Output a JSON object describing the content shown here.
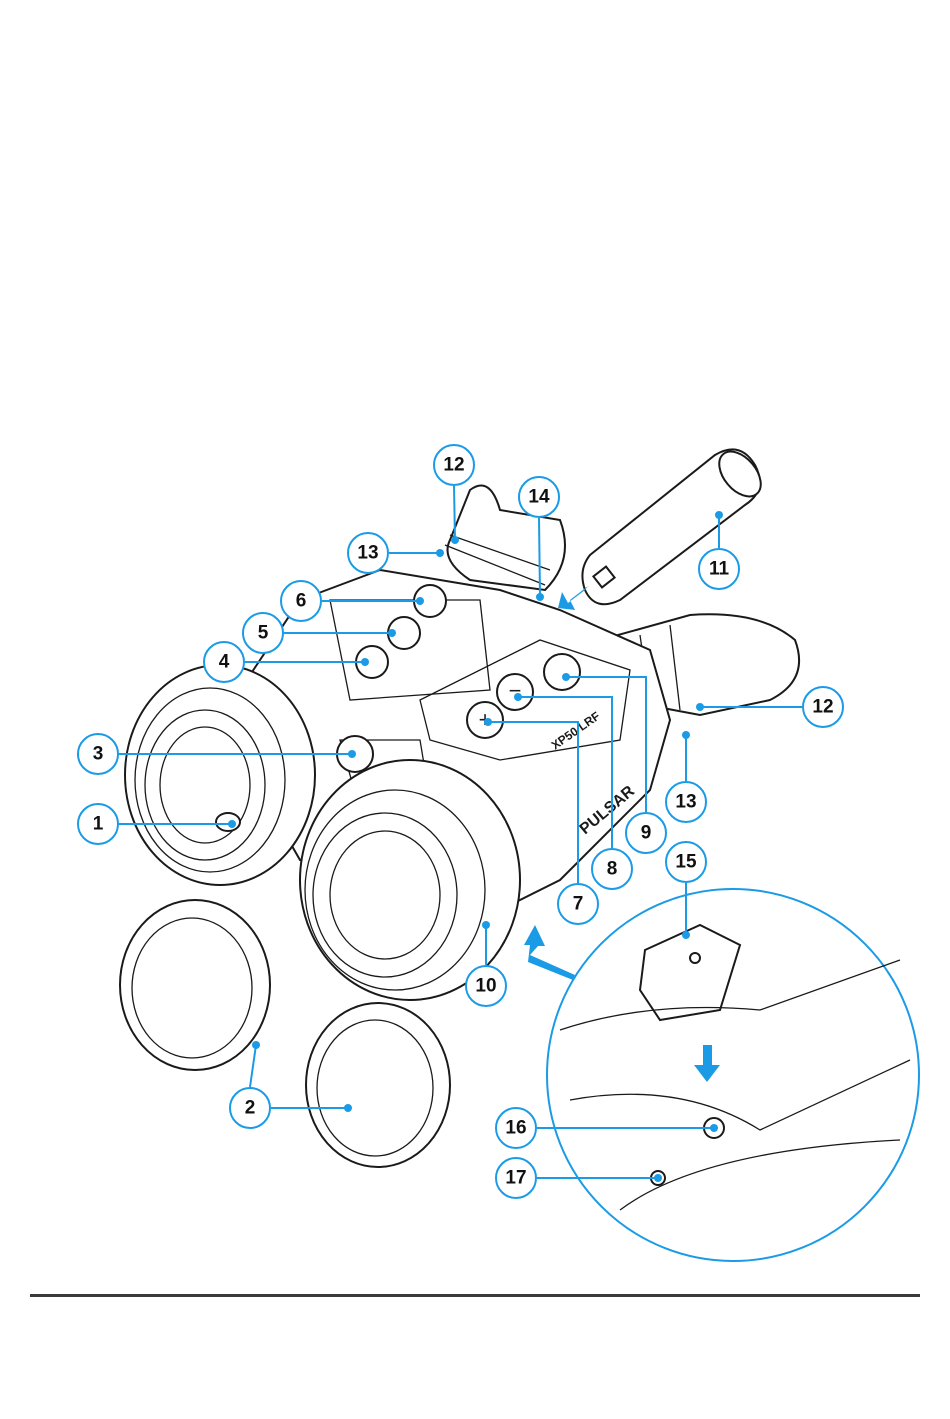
{
  "figure": {
    "device_labels": {
      "model": "XP50 LRF",
      "brand": "PULSAR"
    },
    "callouts": [
      "1",
      "2",
      "3",
      "4",
      "5",
      "6",
      "7",
      "8",
      "9",
      "10",
      "11",
      "12",
      "13",
      "14",
      "15",
      "16",
      "17"
    ],
    "accent_color": "#1b9be6"
  }
}
